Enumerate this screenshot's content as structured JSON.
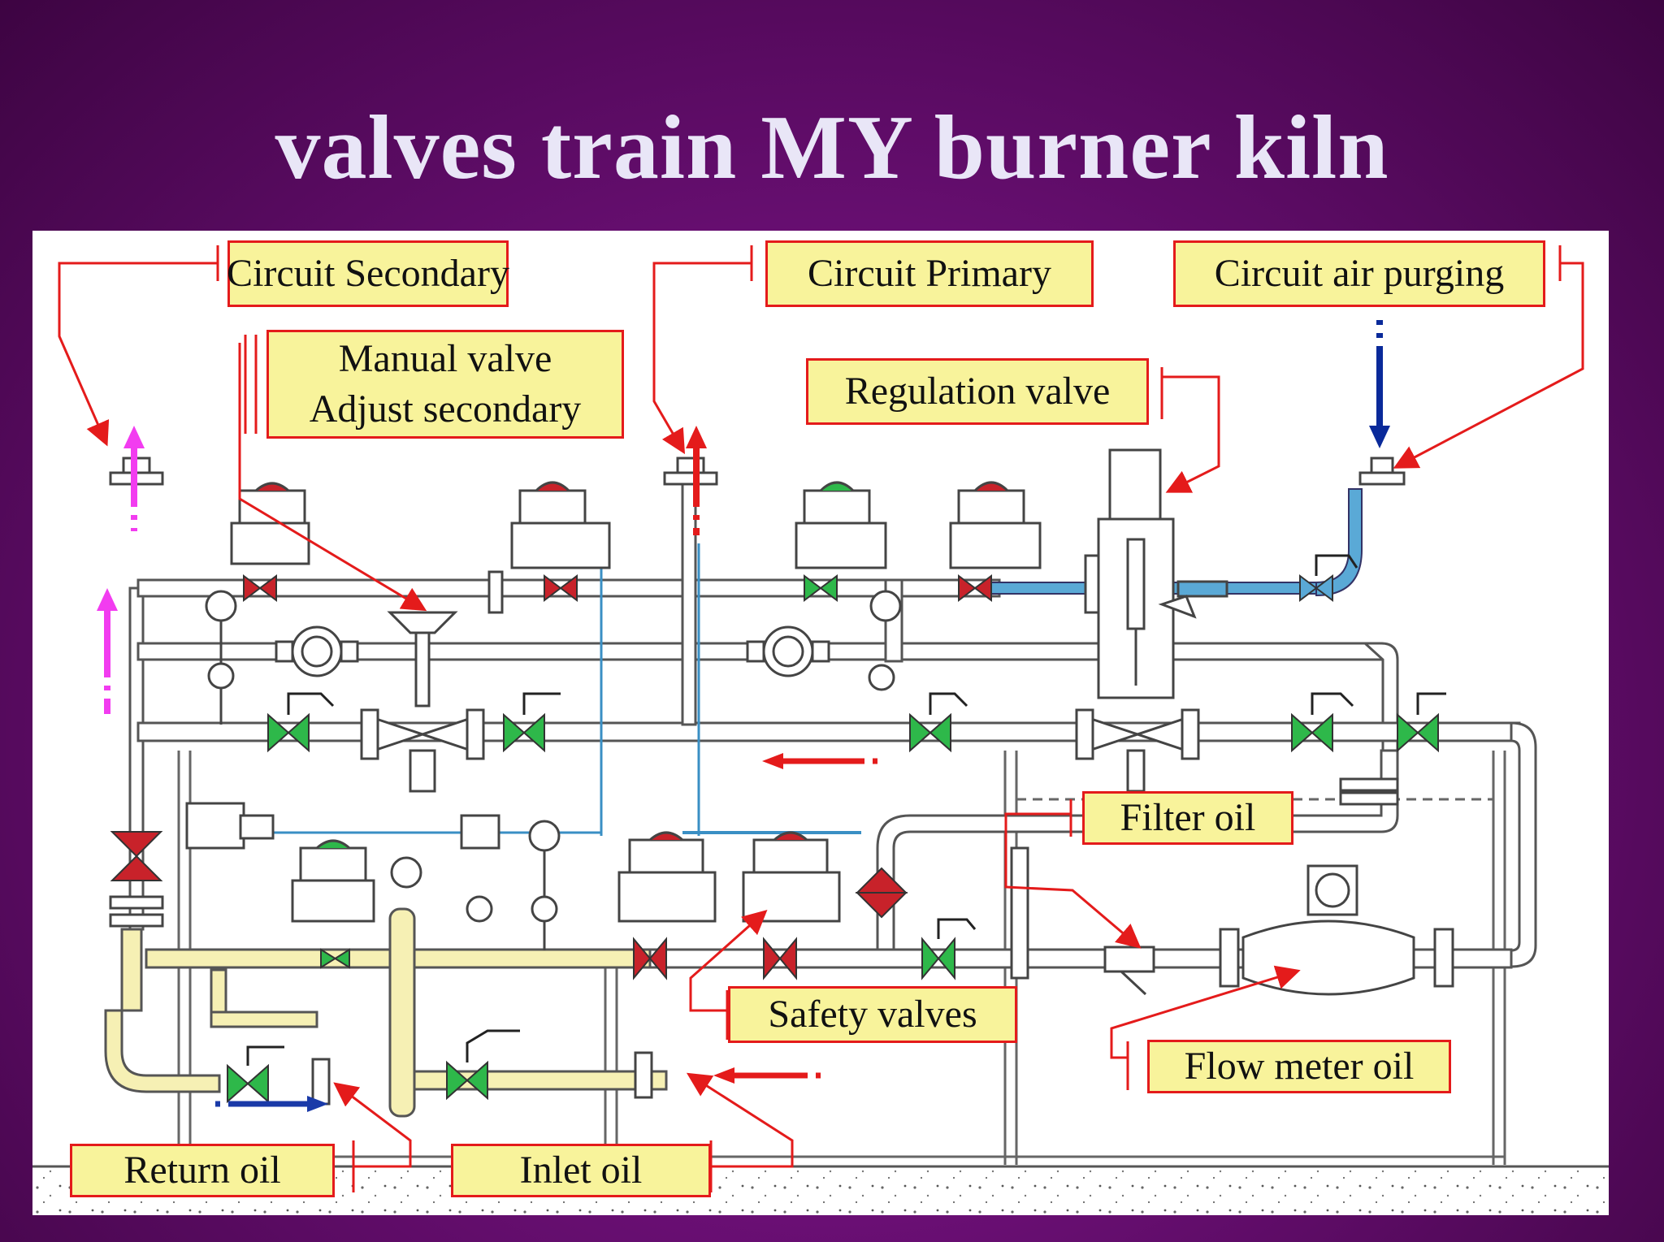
{
  "title": "valves train MY burner kiln",
  "labels": {
    "circuit_secondary": "Circuit Secondary",
    "circuit_primary": "Circuit Primary",
    "circuit_air_purging": "Circuit air purging",
    "manual_valve_line1": "Manual valve",
    "manual_valve_line2": "Adjust secondary",
    "regulation_valve": "Regulation valve",
    "filter_oil": "Filter oil",
    "safety_valves": "Safety valves",
    "flow_meter_oil": "Flow meter oil",
    "return_oil": "Return oil",
    "inlet_oil": "Inlet oil"
  },
  "colors": {
    "background": "#6a0f74",
    "title": "#e9e6f7",
    "label_fill": "#f8f39b",
    "label_border": "#e41b1b",
    "leader": "#e41b1b",
    "pipe_outline": "#555555",
    "oil_pipe": "#f6f0b4",
    "air_pipe": "#5aa9d6",
    "valve_open": "#2eb84a",
    "valve_closed": "#c8222a",
    "arrow_secondary": "#f23cf0",
    "arrow_primary": "#e41b1b",
    "arrow_air": "#0a2a9a",
    "arrow_return": "#1a3aa8"
  },
  "icons": [
    "valve-icon",
    "pressure-gauge-icon",
    "flow-meter-icon",
    "actuator-icon",
    "flange-icon",
    "filter-icon",
    "flow-arrow-icon"
  ]
}
